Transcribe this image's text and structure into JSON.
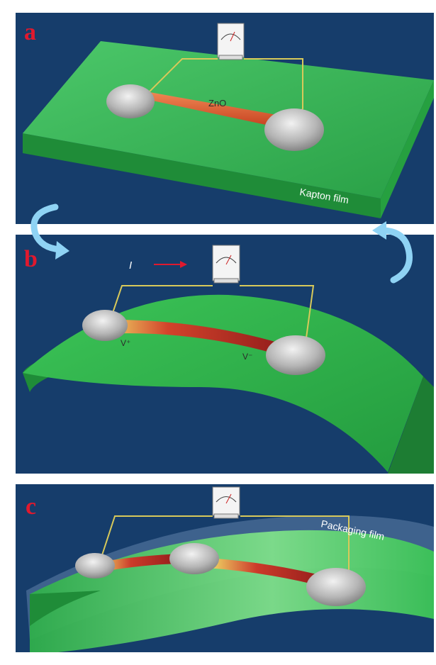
{
  "panels": [
    {
      "letter": "a",
      "labels": {
        "material": "ZnO",
        "substrate": "Kapton film"
      }
    },
    {
      "letter": "b",
      "labels": {
        "current": "I",
        "v_plus": "V⁺",
        "v_minus": "V⁻"
      }
    },
    {
      "letter": "c",
      "labels": {
        "packaging": "Packaging film"
      }
    }
  ],
  "colors": {
    "background": "#163d6b",
    "substrate": "#2fb64a",
    "wire": "#d9532b",
    "electrode": "#bdbdbd",
    "circuit": "#d8c95a",
    "letter": "#e0192e",
    "arrow": "#8fd3f4"
  }
}
